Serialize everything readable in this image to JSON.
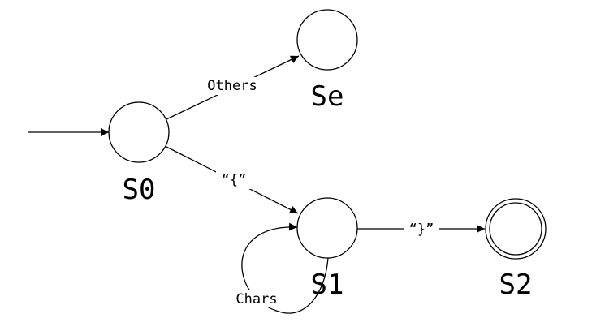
{
  "states": {
    "s0": {
      "name": "S0"
    },
    "se": {
      "name": "Se"
    },
    "s1": {
      "name": "S1"
    },
    "s2": {
      "name": "S2",
      "accepting": true
    }
  },
  "transitions": {
    "start_to_s0": {
      "from": "start",
      "to": "S0",
      "label": ""
    },
    "s0_to_se": {
      "from": "S0",
      "to": "Se",
      "label": "Others"
    },
    "s0_to_s1": {
      "from": "S0",
      "to": "S1",
      "label": "“{”"
    },
    "s1_to_s2": {
      "from": "S1",
      "to": "S2",
      "label": "“}”"
    },
    "s1_self": {
      "from": "S1",
      "to": "S1",
      "label": "Chars"
    }
  },
  "colors": {
    "stroke": "#000000",
    "background": "#ffffff"
  }
}
